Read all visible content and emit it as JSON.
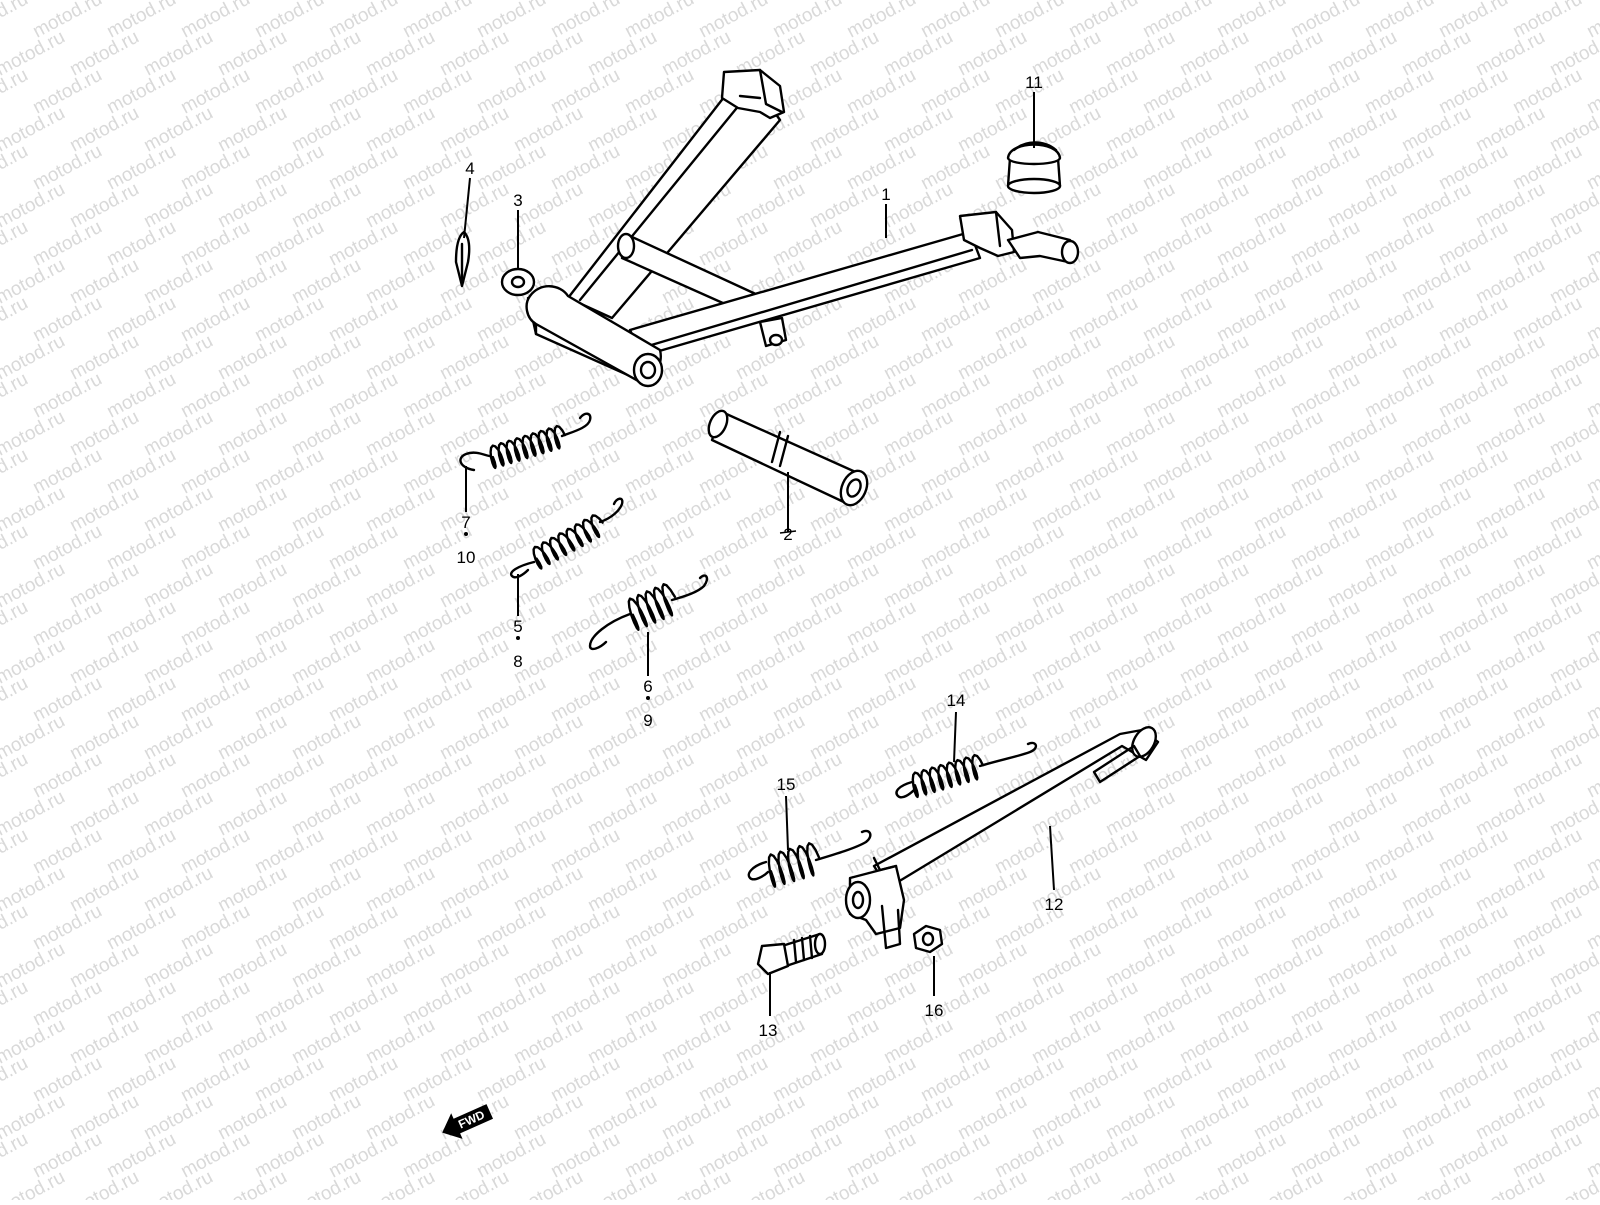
{
  "diagram": {
    "watermark": "motod.ru",
    "fwd_label": "FWD",
    "callouts": {
      "c1": "1",
      "c2": "2",
      "c3": "3",
      "c4": "4",
      "c7": "7",
      "c10": "10",
      "c5": "5",
      "c8": "8",
      "c6": "6",
      "c9": "9",
      "c11": "11",
      "c12": "12",
      "c13": "13",
      "c14": "14",
      "c15": "15",
      "c16": "16"
    },
    "colors": {
      "line": "#000000",
      "watermark": "#d9d9d9",
      "background": "#ffffff"
    }
  }
}
